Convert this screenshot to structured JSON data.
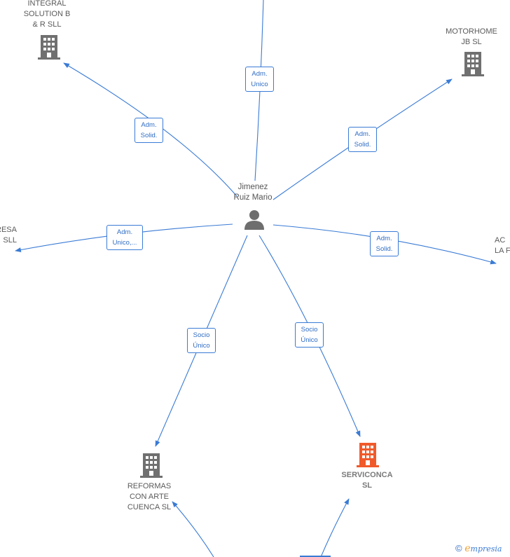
{
  "nodes": {
    "integral": {
      "label": "INTEGRAL\nSOLUTION B\n& R SLL",
      "type": "company"
    },
    "motorhome": {
      "label": "MOTORHOME\nJB  SL",
      "type": "company"
    },
    "person": {
      "label": "Jimenez\nRuiz Mario",
      "type": "person"
    },
    "left_cut": {
      "label": "RESA\nSLL",
      "type": "company"
    },
    "right_cut": {
      "label": "AC\nLA F",
      "type": "company"
    },
    "reformas": {
      "label": "REFORMAS\nCON ARTE\nCUENCA  SL",
      "type": "company"
    },
    "serviconca": {
      "label": "SERVICONCA\nSL",
      "type": "company",
      "highlight": true
    }
  },
  "relations": [
    {
      "id": "top",
      "label": "Adm.\nUnico"
    },
    {
      "id": "integral",
      "label": "Adm.\nSolid."
    },
    {
      "id": "motorhome",
      "label": "Adm.\nSolid."
    },
    {
      "id": "left",
      "label": "Adm.\nUnico,..."
    },
    {
      "id": "right",
      "label": "Adm.\nSolid."
    },
    {
      "id": "reformas",
      "label": "Socio\nÚnico"
    },
    {
      "id": "serviconca",
      "label": "Socio\nÚnico"
    }
  ],
  "colors": {
    "edge": "#3a7bd5",
    "company_icon": "#707070",
    "highlight_icon": "#f05a2a",
    "person_icon": "#6e6e6e"
  },
  "footer": {
    "symbol": "©",
    "brand_initial": "e",
    "brand_rest": "mpresia"
  }
}
